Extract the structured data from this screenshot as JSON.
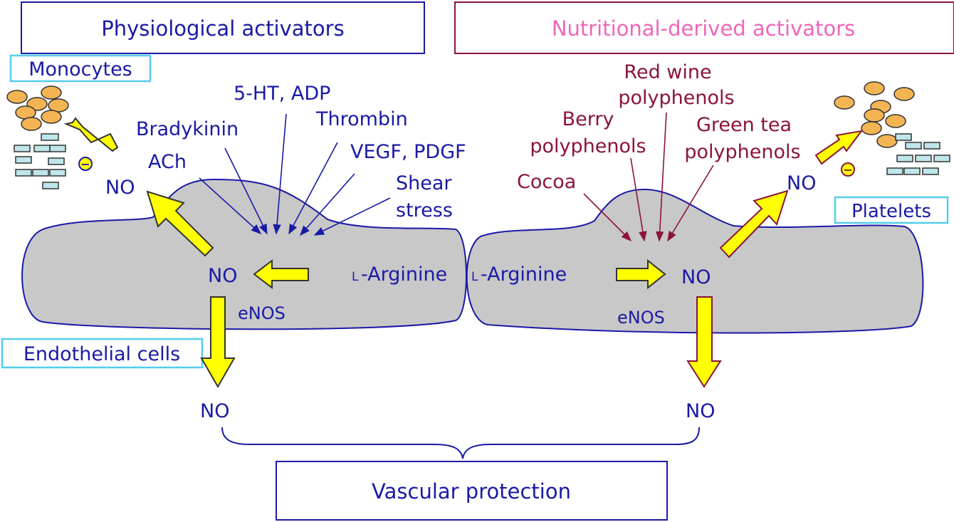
{
  "headers": {
    "physiological": "Physiological activators",
    "nutritional": "Nutritional-derived activators"
  },
  "labels": {
    "monocytes": "Monocytes",
    "platelets": "Platelets",
    "endothelial_cells": "Endothelial cells",
    "vascular_protection": "Vascular protection"
  },
  "physiological_activators": {
    "ht_adp": "5-HT, ADP",
    "thrombin": "Thrombin",
    "bradykinin": "Bradykinin",
    "vegf_pdgf": "VEGF, PDGF",
    "ach": "ACh",
    "shear": "Shear",
    "stress": "stress"
  },
  "nutritional_activators": {
    "red_wine_1": "Red wine",
    "red_wine_2": "polyphenols",
    "berry_1": "Berry",
    "berry_2": "polyphenols",
    "green_tea_1": "Green tea",
    "green_tea_2": "polyphenols",
    "cocoa": "Cocoa"
  },
  "left_cell": {
    "no_upper": "NO",
    "no_inner": "NO",
    "enos": "eNOS",
    "l_prefix": "L",
    "arginine": "-Arginine",
    "no_bottom": "NO",
    "inhibit": "−"
  },
  "right_cell": {
    "no_upper": "NO",
    "no_inner": "NO",
    "enos": "eNOS",
    "l_prefix": "L",
    "arginine": "-Arginine",
    "no_bottom": "NO",
    "inhibit": "−"
  },
  "colors": {
    "physio_blue": "#1a1aa6",
    "nutri_maroon": "#8a1538",
    "nutri_pink": "#ee66bb",
    "label_cyan": "#55ccee",
    "cell_gray": "#c8c8c8",
    "arrow_yellow": "#ffff00",
    "monocyte_orange": "#f3b454",
    "platelet_blue": "#bfe6ea"
  }
}
